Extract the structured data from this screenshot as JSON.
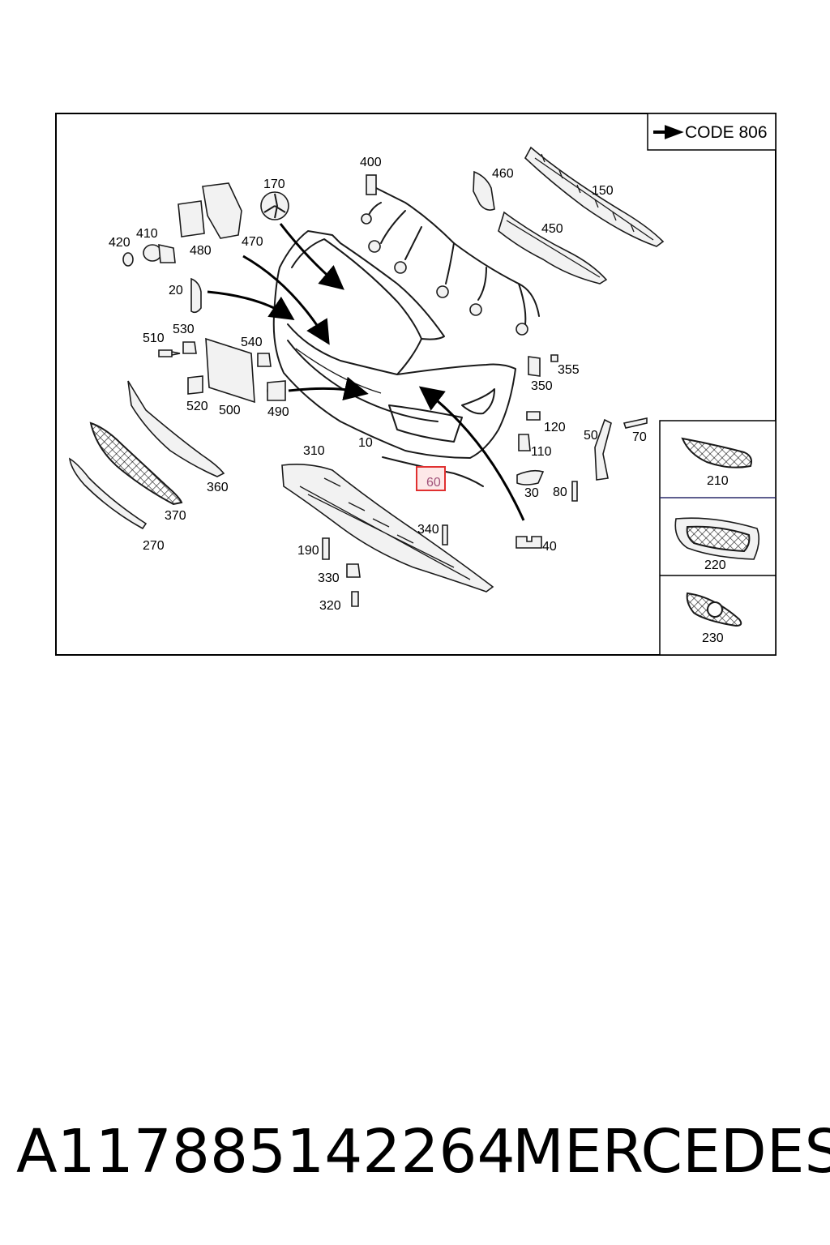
{
  "code_box": {
    "label": "CODE 806"
  },
  "callouts": {
    "c400": "400",
    "c460": "460",
    "c150": "150",
    "c170": "170",
    "c410": "410",
    "c420": "420",
    "c480": "480",
    "c470": "470",
    "c450": "450",
    "c20": "20",
    "c510": "510",
    "c530": "530",
    "c540": "540",
    "c355": "355",
    "c350": "350",
    "c520": "520",
    "c500": "500",
    "c490": "490",
    "c120": "120",
    "c50": "50",
    "c70": "70",
    "c110": "110",
    "c10": "10",
    "c310": "310",
    "c60": "60",
    "c30": "30",
    "c80": "80",
    "c360": "360",
    "c370": "370",
    "c270": "270",
    "c340": "340",
    "c40": "40",
    "c190": "190",
    "c330": "330",
    "c320": "320",
    "c210": "210",
    "c220": "220",
    "c230": "230"
  },
  "highlight": {
    "part": "60",
    "color": "#e03030"
  },
  "footer": {
    "part_number": "A117885142264",
    "brand": "MERCEDES"
  }
}
